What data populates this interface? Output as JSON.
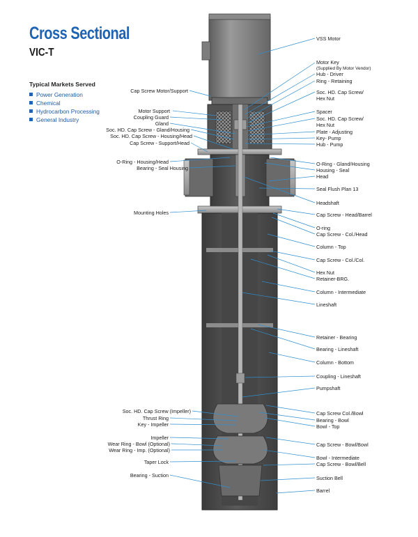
{
  "title": "Cross Sectional",
  "subtitle": "VIC-T",
  "markets": {
    "heading": "Typical Markets Served",
    "items": [
      "Power Generation",
      "Chemical",
      "Hydrocarbon Processing",
      "General Industry"
    ]
  },
  "colors": {
    "title_blue": "#1e63b4",
    "leader_blue": "#2e8fd0",
    "body_dark": "#4d4d4d",
    "motor_grey": "#7a7a7a"
  },
  "labels": {
    "right": [
      "VSS Motor",
      "Motor Key",
      "(Supplied By Motor Vendor)",
      "Hub - Driver",
      "Ring - Retaining",
      "Soc. HD. Cap Screw/",
      "Hex Nut",
      "Spacer",
      "Soc. HD. Cap Screw/",
      "Hex Nut",
      "Plate - Adjusting",
      "Key- Pump",
      "Hub - Pump",
      "O-Ring - Gland/Housing",
      "Housing - Seal",
      "Head",
      "Seal Flush Plan 13",
      "Headshaft",
      "Cap Screw - Head/Barrel",
      "O-ring",
      "Cap Screw - Col./Head",
      "Column - Top",
      "Cap Screw - Col./Col.",
      "Hex Nut",
      "Retainer-BRG.",
      "Column - Intermediate",
      "Lineshaft",
      "Retainer - Bearing",
      "Bearing - Lineshaft",
      "Column - Bottom",
      "Coupling - Lineshaft",
      "Pumpshaft",
      "Cap Screw Col./Bowl",
      "Bearing - Bowl",
      "Bowl - Top",
      "Cap Screw - Bowl/Bowl",
      "Bowl - Intermediate",
      "Cap Screw - Bowl/Bell",
      "Suction Bell",
      "Barrel"
    ],
    "left": [
      "Cap Screw Motor/Support",
      "Motor Support",
      "Coupling Guard",
      "Gland",
      "Soc. HD. Cap Screw - Gland/Housing",
      "Soc. HD. Cap Screw - Housing/Head",
      "Cap Screw - Support/Head",
      "O-Ring - Housing/Head",
      "Bearing - Seal Housing",
      "Mounting Holes",
      "Soc. HD. Cap Screw (Impeller)",
      "Thrust Ring",
      "Key - Impeller",
      "Impeller",
      "Wear Ring - Bowl (Optional)",
      "Wear Ring - Imp. (Optional)",
      "Taper Lock",
      "Bearing - Suction"
    ]
  }
}
